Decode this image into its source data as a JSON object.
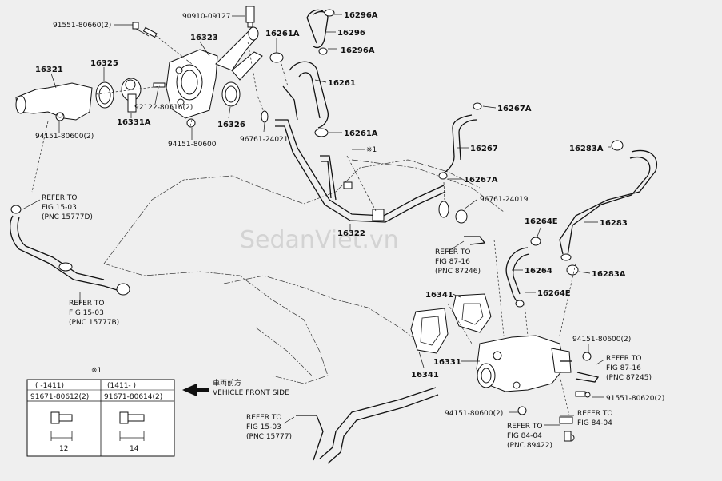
{
  "watermark": "SedanViet.vn",
  "labels": {
    "p16321": "16321",
    "p16325": "16325",
    "p16323": "16323",
    "p16331A": "16331A",
    "p92122": "92122-80616(2)",
    "p94151_a": "94151-80600(2)",
    "p94151_b": "94151-80600",
    "p16326": "16326",
    "p96761_a": "96761-24021",
    "p91551_top": "91551-80660(2)",
    "p90910": "90910-09127",
    "p16261A_top": "16261A",
    "p16296A_top": "16296A",
    "p16296": "16296",
    "p16296A_b": "16296A",
    "p16261": "16261",
    "p16261A_mid": "16261A",
    "p_x1": "※1",
    "p16322": "16322",
    "p16267A_top": "16267A",
    "p16267": "16267",
    "p16267A_b": "16267A",
    "p96761_b": "96761-24019",
    "p16283A_top": "16283A",
    "p16283": "16283",
    "p16283A_b": "16283A",
    "p16264E_top": "16264E",
    "p16264": "16264",
    "p16264E_b": "16264E",
    "p16341_top": "16341",
    "p16341_b": "16341",
    "p16331": "16331",
    "p94151_c": "94151-80600(2)",
    "p91551_b": "91551-80620(2)",
    "p94151_d": "94151-80600(2)"
  },
  "refers": {
    "r1": [
      "REFER TO",
      "FIG 15-03",
      "(PNC 15777D)"
    ],
    "r2": [
      "REFER TO",
      "FIG 15-03",
      "(PNC 15777B)"
    ],
    "r3": [
      "REFER TO",
      "FIG 87-16",
      "(PNC 87246)"
    ],
    "r4": [
      "REFER TO",
      "FIG 87-16",
      "(PNC 87245)"
    ],
    "r5": [
      "REFER TO",
      "FIG 15-03",
      "(PNC 15777)"
    ],
    "r6": [
      "REFER TO",
      "FIG 84-04"
    ],
    "r7": [
      "REFER TO",
      "FIG 84-04",
      "(PNC 89422)"
    ]
  },
  "vehicle_front": {
    "jp": "車両前方",
    "en": "VEHICLE FRONT SIDE"
  },
  "table": {
    "note": "※1",
    "col1_range": "(     -1411)",
    "col2_range": "(1411-     )",
    "col1_part": "91671-80612(2)",
    "col2_part": "91671-80614(2)",
    "col1_dim": "12",
    "col2_dim": "14"
  }
}
